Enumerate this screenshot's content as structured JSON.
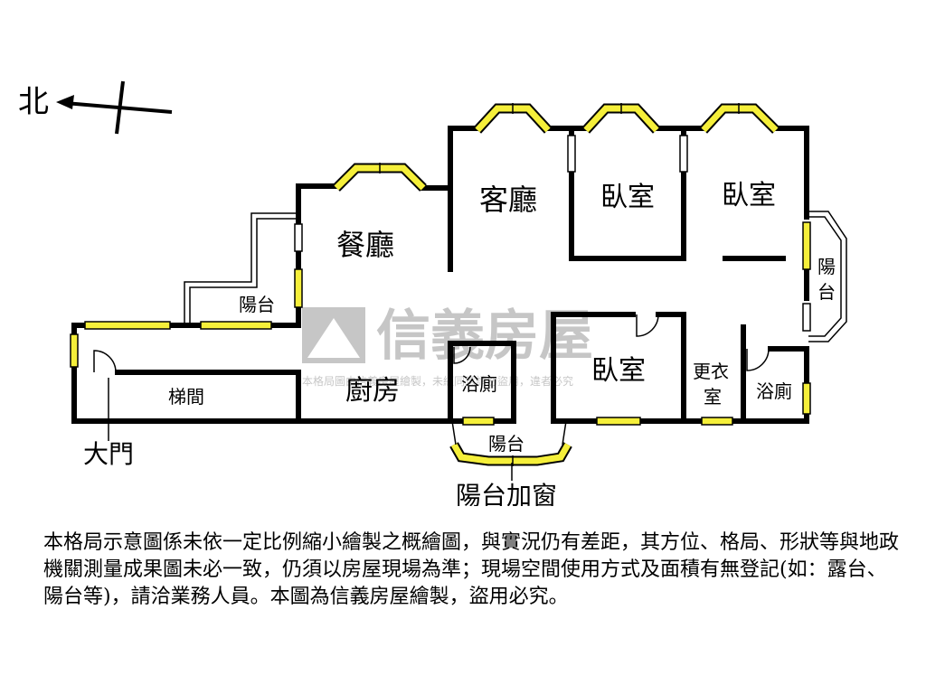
{
  "compass": {
    "north_label": "北"
  },
  "rooms": {
    "living_room": "客廳",
    "dining_room": "餐廳",
    "bedroom_1": "臥室",
    "bedroom_2": "臥室",
    "bedroom_3": "臥室",
    "kitchen": "廚房",
    "bathroom_1": "浴廁",
    "bathroom_2": "浴廁",
    "closet_line1": "更衣",
    "closet_line2": "室",
    "stairwell": "梯間",
    "balcony_west": "陽台",
    "balcony_south": "陽台",
    "balcony_east_line1": "陽",
    "balcony_east_line2": "台"
  },
  "annotations": {
    "main_door": "大門",
    "balcony_window": "陽台加窗"
  },
  "watermark": {
    "brand": "信義房屋",
    "subtitle": "本格局圖由信義房屋繪製，未經同意請勿盜用，違者必究"
  },
  "disclaimer": "本格局示意圖係未依一定比例縮小繪製之概繪圖，與實況仍有差距，其方位、格局、形狀等與地政機關測量成果圖未必一致，仍須以房屋現場為準；現場空間使用方式及面積有無登記(如：露台、陽台等)，請洽業務人員。本圖為信義房屋繪製，盜用必究。"
}
